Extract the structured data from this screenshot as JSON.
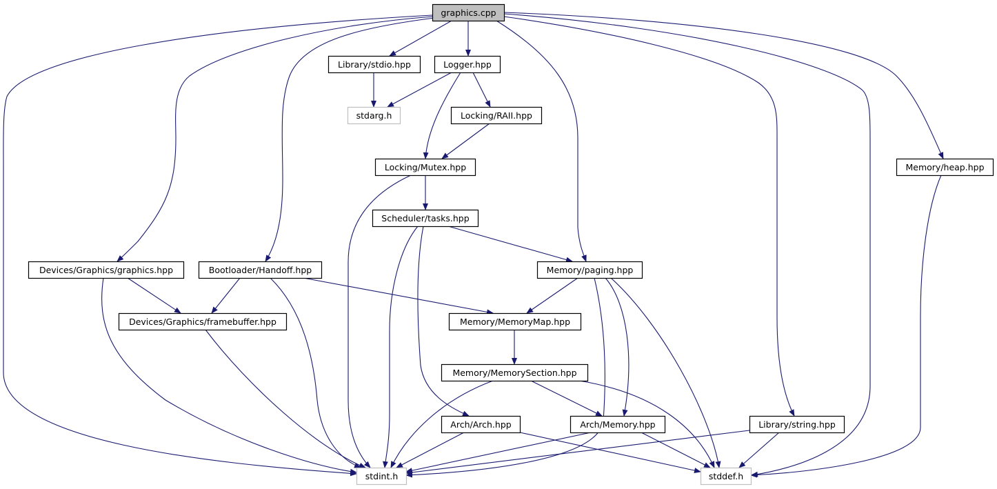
{
  "colors": {
    "edge": "#191970",
    "root_fill": "#bfbfbf",
    "node_border": "#000000",
    "external_border": "#bfbfbf"
  },
  "nodes": [
    {
      "id": "graphics_cpp",
      "label": "graphics.cpp",
      "root": true
    },
    {
      "id": "library_stdio",
      "label": "Library/stdio.hpp"
    },
    {
      "id": "logger",
      "label": "Logger.hpp"
    },
    {
      "id": "stdarg",
      "label": "stdarg.h",
      "external": true
    },
    {
      "id": "locking_raii",
      "label": "Locking/RAII.hpp"
    },
    {
      "id": "locking_mutex",
      "label": "Locking/Mutex.hpp"
    },
    {
      "id": "memory_heap",
      "label": "Memory/heap.hpp"
    },
    {
      "id": "scheduler_tasks",
      "label": "Scheduler/tasks.hpp"
    },
    {
      "id": "devices_graphics",
      "label": "Devices/Graphics/graphics.hpp"
    },
    {
      "id": "bootloader_handoff",
      "label": "Bootloader/Handoff.hpp"
    },
    {
      "id": "memory_paging",
      "label": "Memory/paging.hpp"
    },
    {
      "id": "devices_framebuffer",
      "label": "Devices/Graphics/framebuffer.hpp"
    },
    {
      "id": "memory_memorymap",
      "label": "Memory/MemoryMap.hpp"
    },
    {
      "id": "memory_memorysection",
      "label": "Memory/MemorySection.hpp"
    },
    {
      "id": "arch_arch",
      "label": "Arch/Arch.hpp"
    },
    {
      "id": "arch_memory",
      "label": "Arch/Memory.hpp"
    },
    {
      "id": "library_string",
      "label": "Library/string.hpp"
    },
    {
      "id": "stdint",
      "label": "stdint.h",
      "external": true
    },
    {
      "id": "stddef",
      "label": "stddef.h",
      "external": true
    }
  ],
  "edges": [
    {
      "from": "graphics_cpp",
      "to": "library_stdio"
    },
    {
      "from": "graphics_cpp",
      "to": "logger"
    },
    {
      "from": "graphics_cpp",
      "to": "memory_paging"
    },
    {
      "from": "graphics_cpp",
      "to": "bootloader_handoff"
    },
    {
      "from": "graphics_cpp",
      "to": "devices_graphics"
    },
    {
      "from": "graphics_cpp",
      "to": "stdint"
    },
    {
      "from": "graphics_cpp",
      "to": "library_string"
    },
    {
      "from": "graphics_cpp",
      "to": "stddef"
    },
    {
      "from": "graphics_cpp",
      "to": "memory_heap"
    },
    {
      "from": "library_stdio",
      "to": "stdarg"
    },
    {
      "from": "logger",
      "to": "stdarg"
    },
    {
      "from": "logger",
      "to": "locking_raii"
    },
    {
      "from": "logger",
      "to": "locking_mutex"
    },
    {
      "from": "locking_raii",
      "to": "locking_mutex"
    },
    {
      "from": "locking_mutex",
      "to": "scheduler_tasks"
    },
    {
      "from": "locking_mutex",
      "to": "stdint"
    },
    {
      "from": "scheduler_tasks",
      "to": "memory_paging"
    },
    {
      "from": "scheduler_tasks",
      "to": "stdint"
    },
    {
      "from": "scheduler_tasks",
      "to": "arch_arch"
    },
    {
      "from": "memory_heap",
      "to": "stddef"
    },
    {
      "from": "devices_graphics",
      "to": "devices_framebuffer"
    },
    {
      "from": "devices_graphics",
      "to": "stdint"
    },
    {
      "from": "bootloader_handoff",
      "to": "devices_framebuffer"
    },
    {
      "from": "bootloader_handoff",
      "to": "memory_memorymap"
    },
    {
      "from": "bootloader_handoff",
      "to": "stdint"
    },
    {
      "from": "memory_paging",
      "to": "memory_memorymap"
    },
    {
      "from": "memory_paging",
      "to": "stdint"
    },
    {
      "from": "memory_paging",
      "to": "arch_memory"
    },
    {
      "from": "memory_paging",
      "to": "stddef"
    },
    {
      "from": "devices_framebuffer",
      "to": "stdint"
    },
    {
      "from": "memory_memorymap",
      "to": "memory_memorysection"
    },
    {
      "from": "memory_memorysection",
      "to": "stdint"
    },
    {
      "from": "memory_memorysection",
      "to": "arch_memory"
    },
    {
      "from": "memory_memorysection",
      "to": "stddef"
    },
    {
      "from": "arch_arch",
      "to": "stdint"
    },
    {
      "from": "arch_arch",
      "to": "stddef"
    },
    {
      "from": "arch_memory",
      "to": "stdint"
    },
    {
      "from": "arch_memory",
      "to": "stddef"
    },
    {
      "from": "library_string",
      "to": "stdint"
    },
    {
      "from": "library_string",
      "to": "stddef"
    }
  ]
}
